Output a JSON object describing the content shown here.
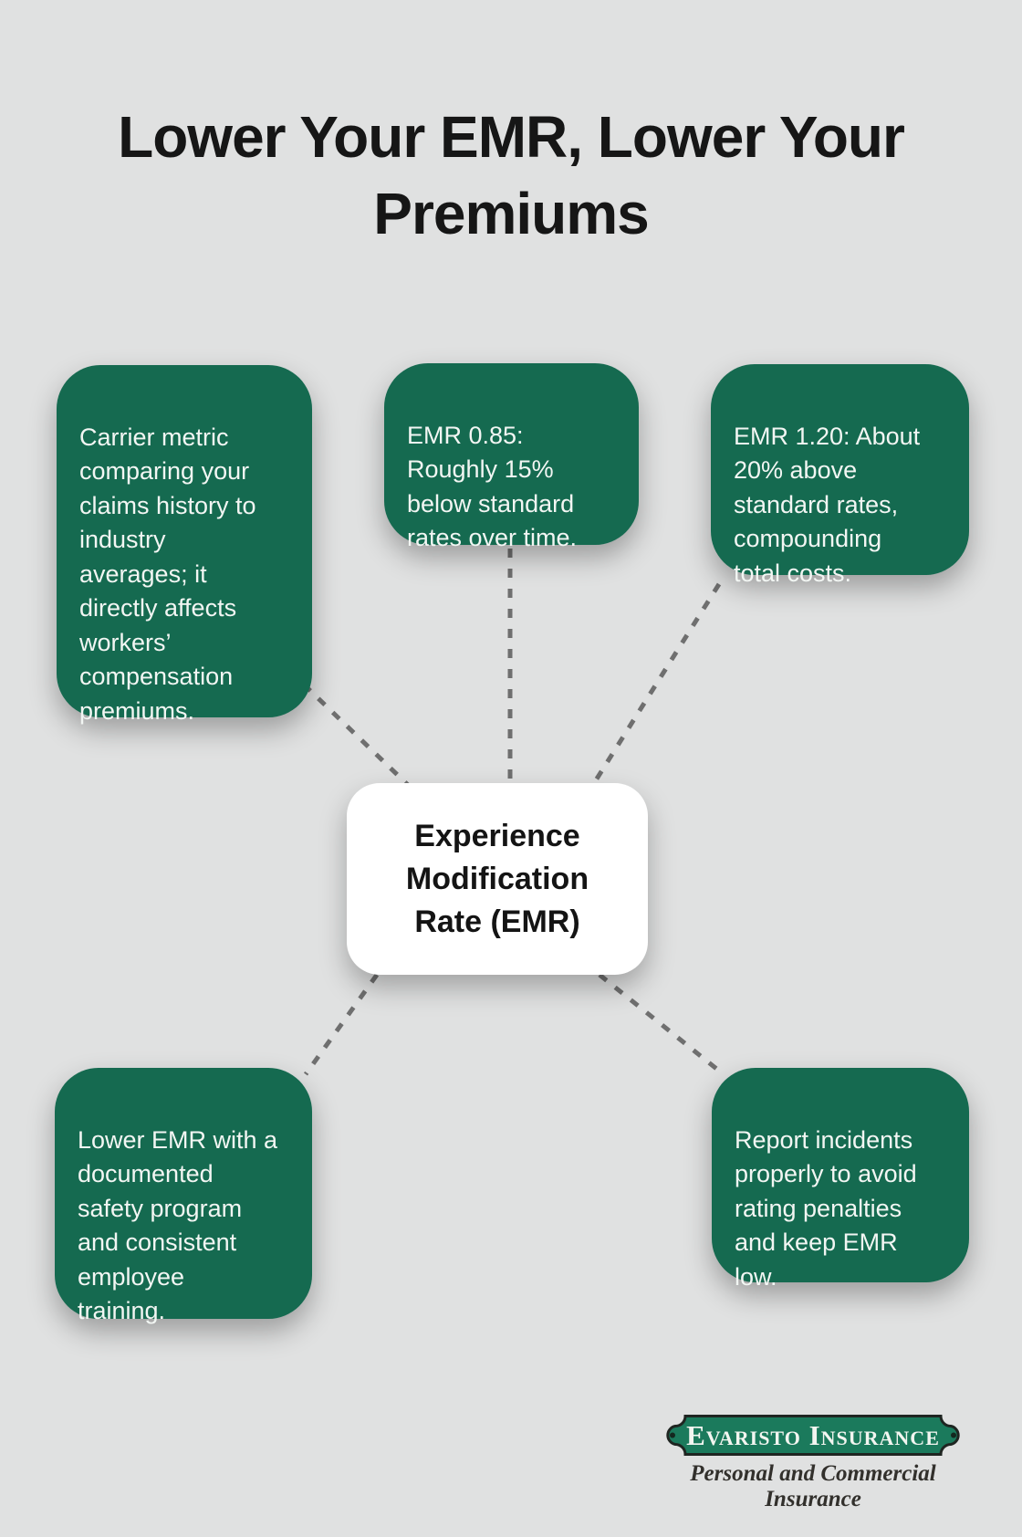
{
  "title": "Lower Your EMR, Lower Your\nPremiums",
  "center": {
    "label": "Experience\nModification\nRate (EMR)"
  },
  "boxes": {
    "definition": "Carrier metric\ncomparing your\nclaims history to\nindustry\naverages; it\ndirectly affects\nworkers’\ncompensation\npremiums.",
    "low_emr": "EMR 0.85:\nRoughly 15%\nbelow standard\nrates over time.",
    "high_emr": "EMR 1.20: About\n20% above\nstandard rates,\ncompounding\ntotal costs.",
    "safety": "Lower EMR with a\ndocumented\nsafety program\nand consistent\nemployee\ntraining.",
    "reporting": "Report incidents\nproperly to avoid\nrating penalties\nand keep EMR\nlow."
  },
  "logo": {
    "name": "Evaristo Insurance",
    "tagline": "Personal and Commercial Insurance"
  },
  "colors": {
    "background_gray": "#E0E1E1",
    "box_green": "#156A50",
    "logo_green": "#1B7A5C",
    "connector_gray": "#6F6F6F",
    "text_on_green": "#F2F6F3",
    "title_black": "#161616"
  }
}
